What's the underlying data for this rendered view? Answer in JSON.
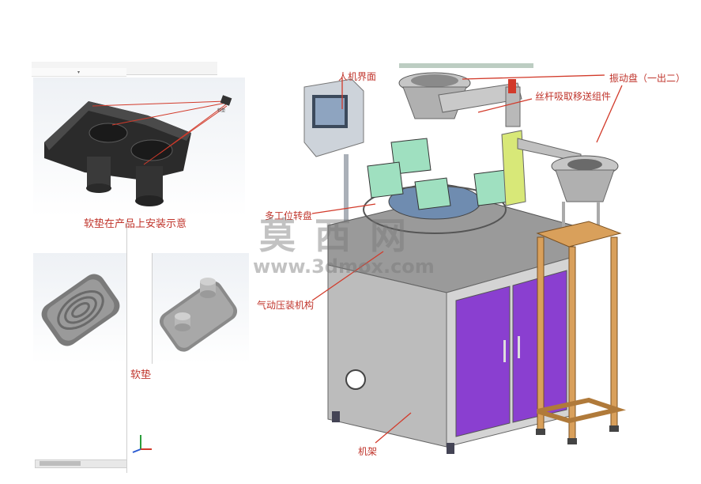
{
  "left_panel": {
    "caption_top": "软垫在产品上安装示意",
    "small_part_label": "软垫",
    "caption_bottom": "软垫"
  },
  "annotations": {
    "hmi": "人机界面",
    "vibration_bowl": "振动盘（一出二）",
    "screw_rod": "丝杆吸取移送组件",
    "multi_station": "多工位转盘",
    "pneumatic_press": "气动压装机构",
    "frame": "机架"
  },
  "watermark": {
    "chinese": "莫 西 网",
    "url": "www.3dmox.com"
  },
  "colors": {
    "annotation": "#c0352c",
    "cabinet_door": "#8a3fd0",
    "frame_wood": "#d9a05b",
    "fixture_green": "#9fe0c0"
  }
}
